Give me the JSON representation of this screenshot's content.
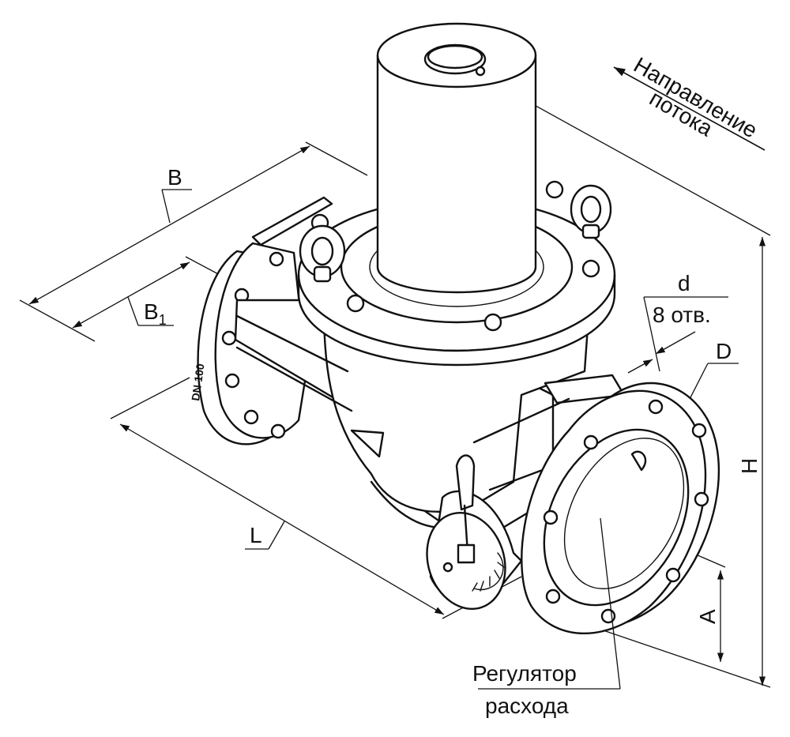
{
  "labels": {
    "dim_B": "B",
    "dim_B1_main": "B",
    "dim_B1_sub": "1",
    "dim_L": "L",
    "dim_H": "H",
    "dim_A": "A",
    "dim_D": "D",
    "dim_d": "d",
    "holes": "8 отв.",
    "flow_line1": "Направление",
    "flow_line2": "потока",
    "regulator_line1": "Регулятор",
    "regulator_line2": "расхода",
    "body_marking": "DN 100"
  }
}
